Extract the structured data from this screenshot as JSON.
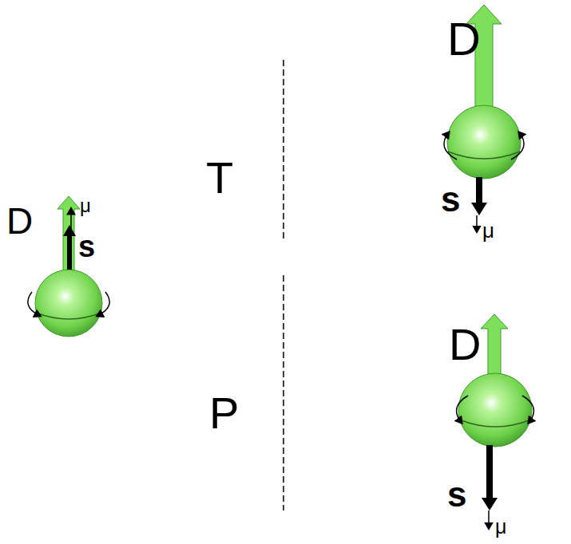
{
  "diagram": {
    "labels": [
      "D",
      "μ",
      "s",
      "T",
      "D",
      "s",
      "μ",
      "P",
      "D",
      "s",
      "μ"
    ]
  }
}
